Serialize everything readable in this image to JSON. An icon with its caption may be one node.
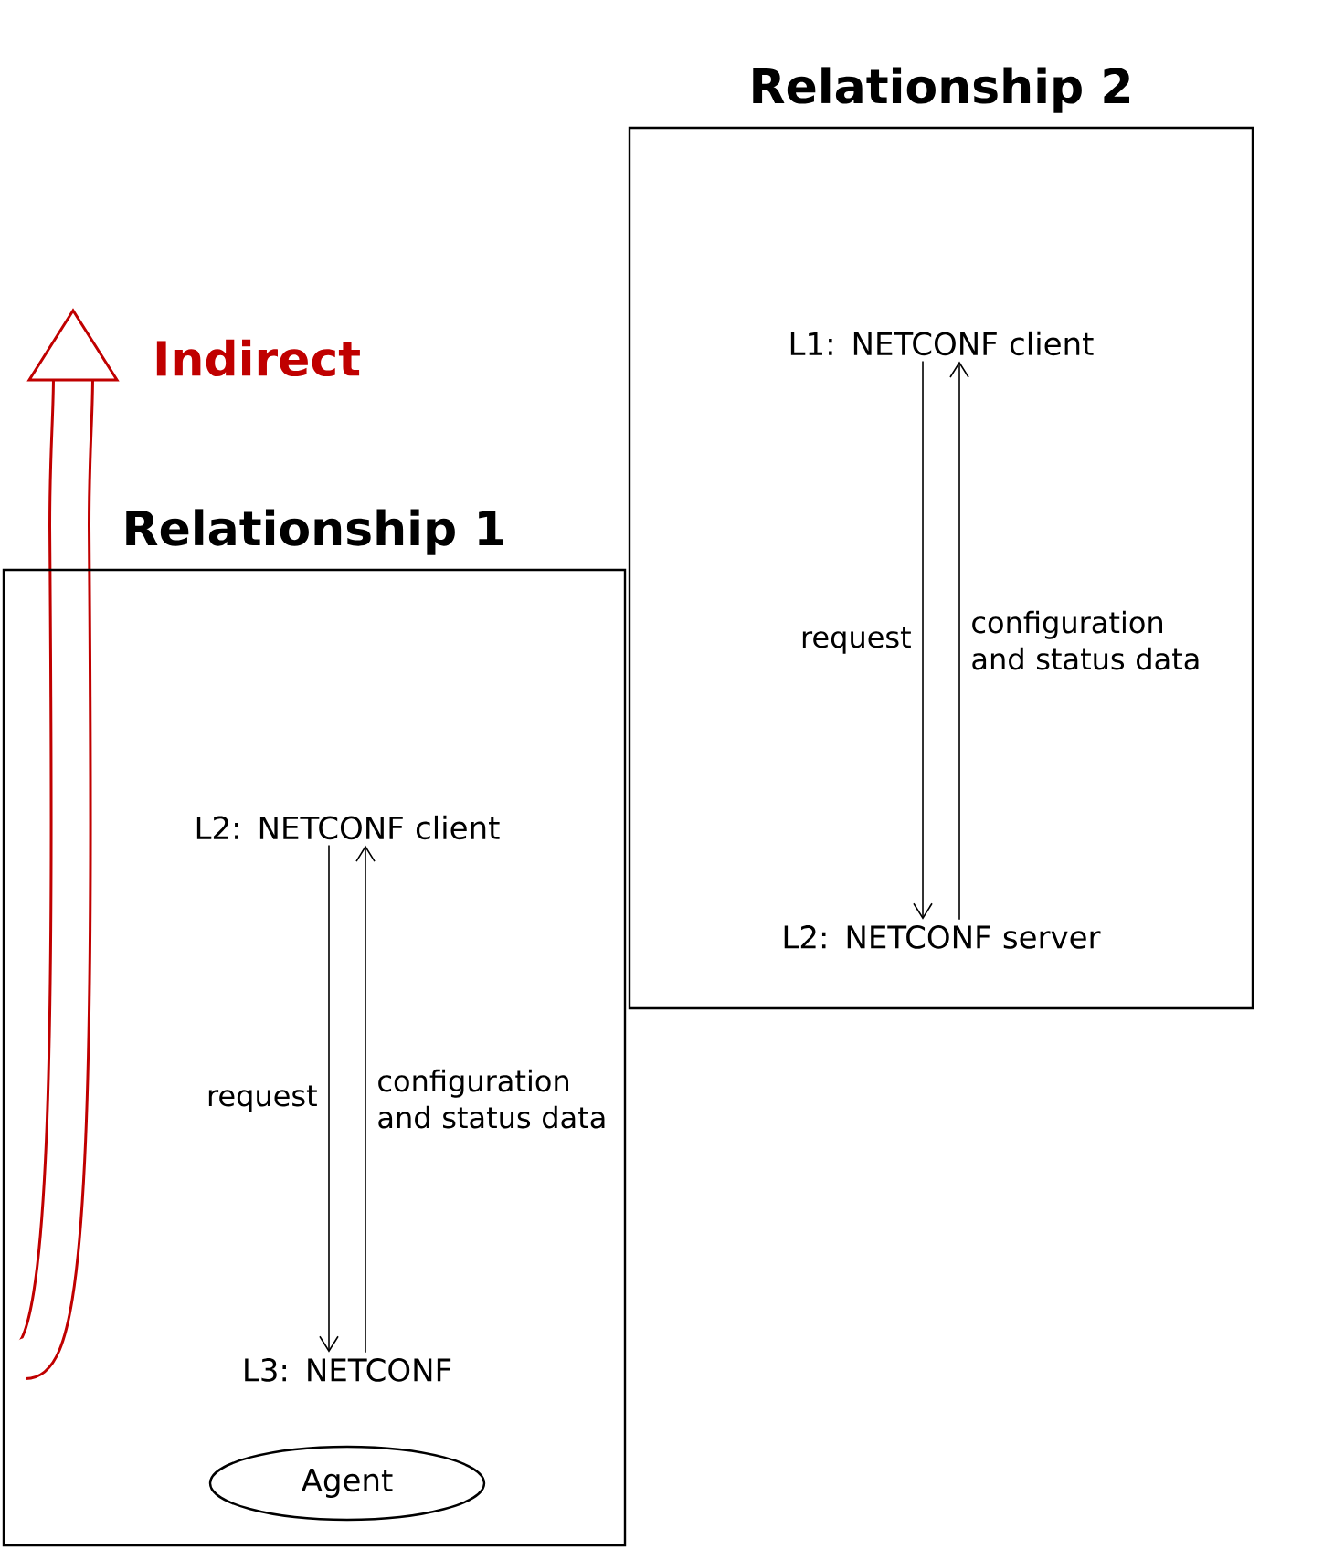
{
  "diagram": {
    "nodes": [
      {
        "text": [
          "Relationship 2"
        ]
      },
      {
        "text": [
          "L1: NETCONF client"
        ],
        "in": 0
      },
      {
        "text": [
          "L2: NETCONF server"
        ],
        "in": 0
      },
      {
        "text": [
          "Relationship 1"
        ]
      },
      {
        "text": [
          "L2: NETCONF client"
        ],
        "in": 3
      },
      {
        "text": [
          "L3: NETCONF"
        ],
        "in": 3
      },
      {
        "text": [
          "Agent"
        ],
        "in": 3
      }
    ],
    "edges": [
      {
        "from": 1,
        "to": 2,
        "arrow": "to",
        "label": "request"
      },
      {
        "from": 2,
        "to": 1,
        "arrow": "to",
        "label": "configuration and status data"
      },
      {
        "from": 4,
        "to": 5,
        "arrow": "to",
        "label": "request"
      },
      {
        "from": 5,
        "to": 4,
        "arrow": "to",
        "label": "configuration and status data"
      }
    ],
    "labels": [
      "Indirect"
    ]
  }
}
